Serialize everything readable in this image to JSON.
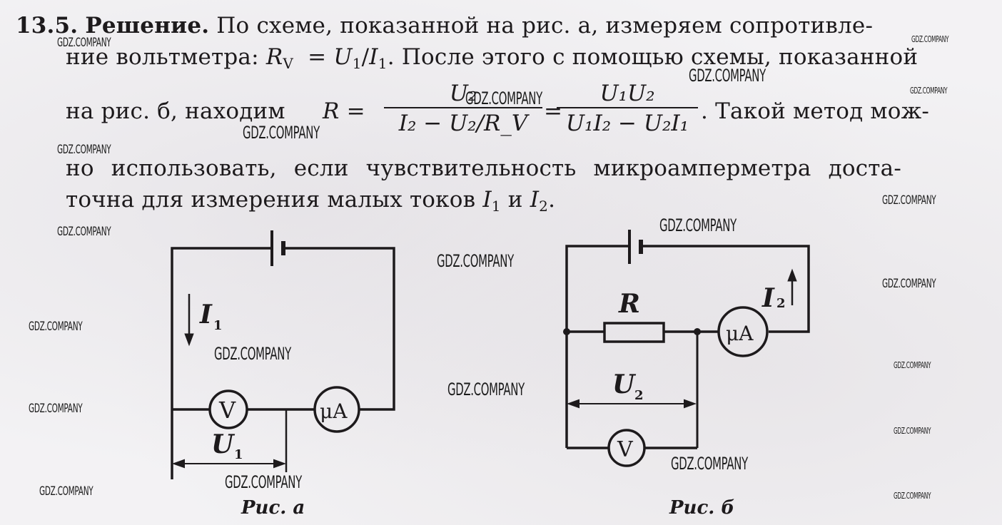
{
  "problem": {
    "number": "13.5.",
    "heading": "Решение.",
    "line1_rest": "По схеме, показанной на рис. а, измеряем сопротивле-",
    "line2_start": "ние вольтметра:",
    "rv_formula": {
      "lhs": "R",
      "lhs_sub": "V",
      "eq": "=",
      "u": "U",
      "u_sub": "1",
      "slash": "/",
      "i": "I",
      "i_sub": "1",
      "end": "."
    },
    "line2_rest": "После этого с помощью схемы, показанной",
    "line3_start": "на рис. б, находим",
    "r_formula": {
      "lhs": "R =",
      "frac1_num": "U₂",
      "frac1_den": "I₂ − U₂/R_V",
      "eq": "=",
      "frac2_num": "U₁U₂",
      "frac2_den": "U₁I₂ − U₂I₁"
    },
    "line3_rest": ". Такой метод мож-",
    "line4": "но использовать, если чувствительность микроамперметра доста-",
    "line5_start": "точна для измерения малых токов",
    "line5_i1": "I",
    "line5_i1_sub": "1",
    "line5_and": "и",
    "line5_i2": "I",
    "line5_i2_sub": "2",
    "line5_end": "."
  },
  "figure_a": {
    "caption": "Рис. а",
    "current_label": "I",
    "current_sub": "1",
    "voltage_label": "U",
    "voltage_sub": "1",
    "voltmeter_symbol": "V",
    "microammeter_symbol": "μA",
    "icons": [
      "battery-icon",
      "voltmeter-icon",
      "microammeter-icon",
      "current-arrow-icon",
      "voltage-span-arrow-icon"
    ]
  },
  "figure_b": {
    "caption": "Рис. б",
    "current_label": "I",
    "current_sub": "2",
    "voltage_label": "U",
    "voltage_sub": "2",
    "resistor_label": "R",
    "voltmeter_symbol": "V",
    "microammeter_symbol": "μA",
    "icons": [
      "battery-icon",
      "resistor-icon",
      "voltmeter-icon",
      "microammeter-icon",
      "current-arrow-icon",
      "voltage-span-arrow-icon"
    ]
  },
  "watermarks": {
    "text": "GDZ.COMPANY"
  }
}
